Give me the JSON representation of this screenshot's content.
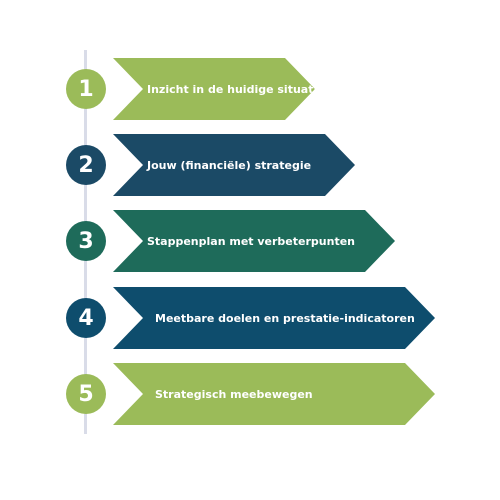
{
  "steps": [
    {
      "number": "1",
      "label": "Inzicht in de huidige situatie",
      "color": "#9bbb59"
    },
    {
      "number": "2",
      "label": "Jouw (financiële) strategie",
      "color": "#1b4a66"
    },
    {
      "number": "3",
      "label": "Stappenplan met verbeterpunten",
      "color": "#1e6b5a"
    },
    {
      "number": "4",
      "label": "Meetbare doelen en prestatie-indicatoren",
      "color": "#0e4d6d"
    },
    {
      "number": "5",
      "label": "Strategisch meebewegen",
      "color": "#9bbb59"
    }
  ],
  "colors": {
    "timeline": "#d9dce8",
    "green": "#9bbb59",
    "navy": "#1b4a66",
    "teal": "#1e6b5a",
    "blue": "#0e4d6d"
  }
}
